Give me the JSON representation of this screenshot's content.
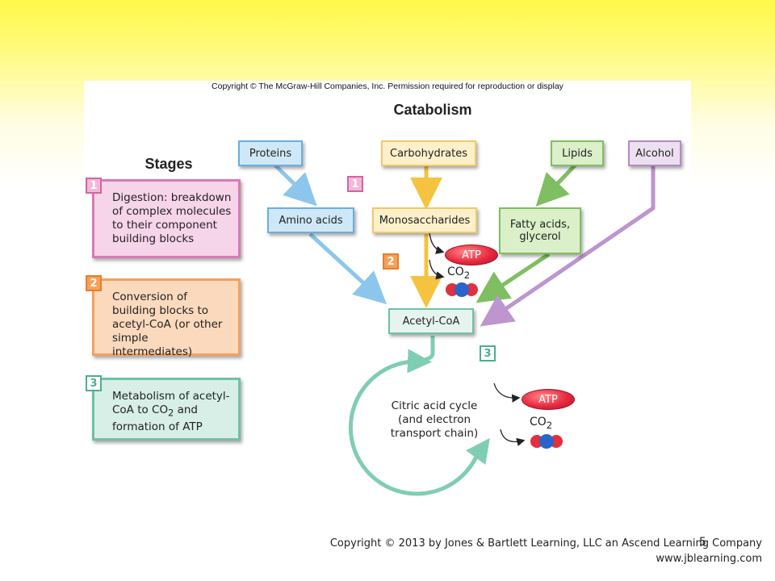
{
  "figure": {
    "copyright_top": "Copyright © The McGraw-Hill Companies, Inc. Permission required for reproduction or display",
    "title": "Catabolism",
    "stages_title": "Stages",
    "stage_numbers": [
      "1",
      "2",
      "3"
    ],
    "stages": [
      {
        "number": "1",
        "text": "Digestion: breakdown of complex molecules to their component building blocks"
      },
      {
        "number": "2",
        "text": "Conversion of building blocks to acetyl-CoA (or other simple intermediates)"
      },
      {
        "number": "3",
        "text": "Metabolism of acetyl-CoA to CO",
        "sub": "2",
        "text_after": " and formation of ATP"
      }
    ],
    "sources": {
      "proteins": "Proteins",
      "carbohydrates": "Carbohydrates",
      "lipids": "Lipids",
      "alcohol": "Alcohol"
    },
    "intermediates": {
      "amino_acids": "Amino acids",
      "monosaccharides": "Monosaccharides",
      "fatty_acids": "Fatty acids, glycerol"
    },
    "acetyl_coa": "Acetyl-CoA",
    "atp_label": "ATP",
    "co2_label": "CO",
    "co2_sub": "2",
    "cycle_label": "Citric acid cycle (and electron transport chain)",
    "colors": {
      "blue": "#6aaee0",
      "yellow": "#f2c96a",
      "green": "#7fbf62",
      "purple": "#b58ac6",
      "teal": "#6fc0a6"
    }
  },
  "footer": {
    "copyright_line1": "Copyright © 2013 by Jones & Bartlett Learning, LLC an Ascend Learning Company",
    "copyright_line2": "www.jblearning.com",
    "page_number": "5"
  }
}
